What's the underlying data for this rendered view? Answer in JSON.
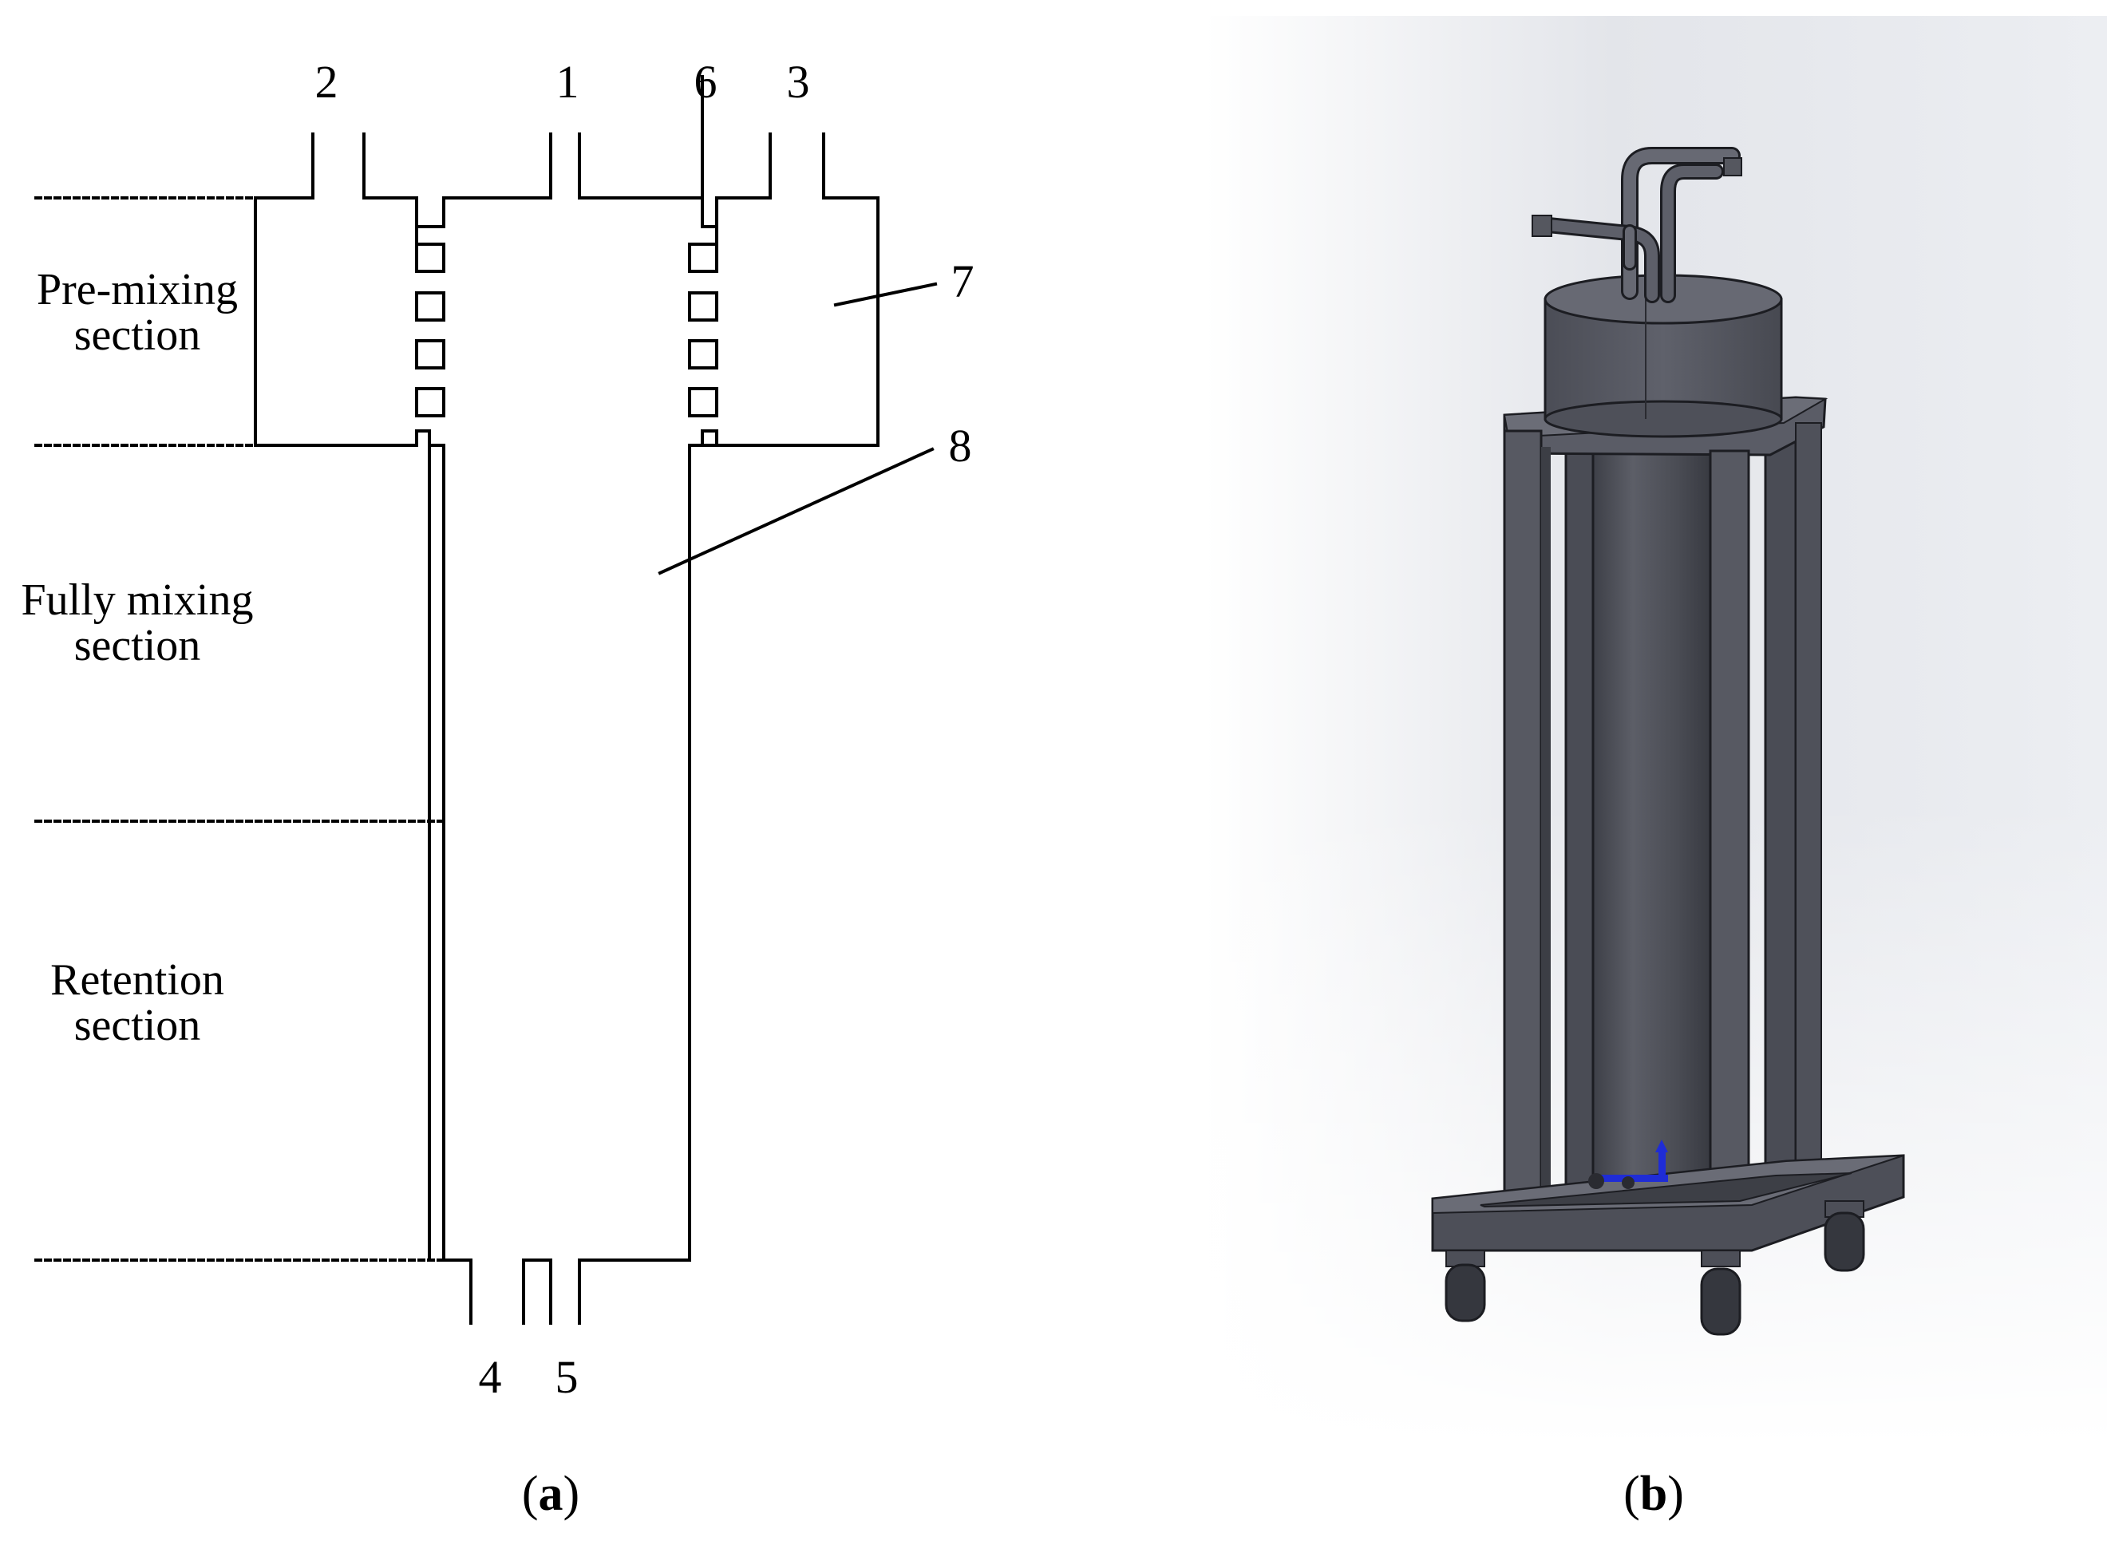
{
  "panel_a": {
    "port_labels": {
      "p1": "1",
      "p2": "2",
      "p3": "3",
      "p4": "4",
      "p5": "5",
      "p6": "6",
      "p7": "7",
      "p8": "8"
    },
    "sections": {
      "premix_line1": "Pre-mixing",
      "premix_line2": "section",
      "fully_line1": "Fully mixing",
      "fully_line2": "section",
      "retention_line1": "Retention",
      "retention_line2": "section"
    },
    "caption_open": "(",
    "caption_letter": "a",
    "caption_close": ")"
  },
  "panel_b": {
    "caption_open": "(",
    "caption_letter": "b",
    "caption_close": ")",
    "colors": {
      "metal_dark": "#3e4048",
      "metal_mid": "#575962",
      "metal_light": "#6c6e78",
      "edge": "#1c1d22",
      "marker_blue": "#1f2cd6"
    }
  },
  "colors": {
    "line": "#000000",
    "background": "#ffffff"
  }
}
